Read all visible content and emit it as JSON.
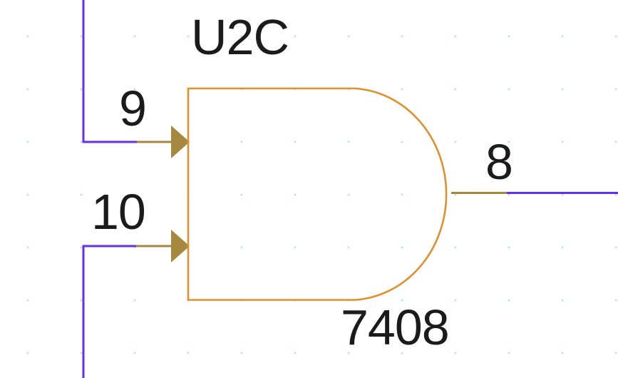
{
  "schematic": {
    "component": {
      "designator": "U2C",
      "part_number": "7408",
      "gate_type": "AND",
      "pins": {
        "input_a": {
          "number": "9",
          "role": "input"
        },
        "input_b": {
          "number": "10",
          "role": "input"
        },
        "output": {
          "number": "8",
          "role": "output"
        }
      }
    },
    "colors": {
      "background": "#ffffff",
      "grid_dot": "#c7dbf4",
      "wire": "#6330ee",
      "pin": "#a6893e",
      "gate_outline": "#e0902d",
      "label_text": "#1b1b1b"
    }
  }
}
